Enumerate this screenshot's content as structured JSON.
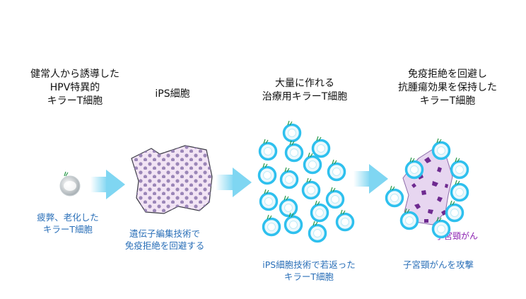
{
  "headings": {
    "source": [
      "健常人から誘導した",
      "HPV特異的",
      "キラーT細胞"
    ],
    "ips": "iPS細胞",
    "mass": [
      "大量に作れる",
      "治療用キラーT細胞"
    ],
    "result": [
      "免疫拒絶を回避し",
      "抗腫瘍効果を保持した",
      "キラーT細胞"
    ]
  },
  "captions": {
    "exhausted": [
      "疲弊、老化した",
      "キラーT細胞"
    ],
    "editing": [
      "遺伝子編集技術で",
      "免疫拒絶を回避する"
    ],
    "rejuvenated": [
      "iPS細胞技術で若返った",
      "キラーT細胞"
    ],
    "attack": "子宮頸がんを攻撃"
  },
  "labels": {
    "cancer": "子宮頸がん"
  },
  "colors": {
    "arrow": "#7fd6f2",
    "tcell_ring": "#2ec0ee",
    "cell_green": "#2a9a4a",
    "ips_fill": "#f2e4f4",
    "ips_dot": "#9b86b8",
    "cancer_fill": "#e7d6f0",
    "cancer_spot": "#6e2a90"
  },
  "icons": [
    "t-cell-icon",
    "ips-cell-icon",
    "arrow-right-icon",
    "cancer-cell-icon"
  ]
}
